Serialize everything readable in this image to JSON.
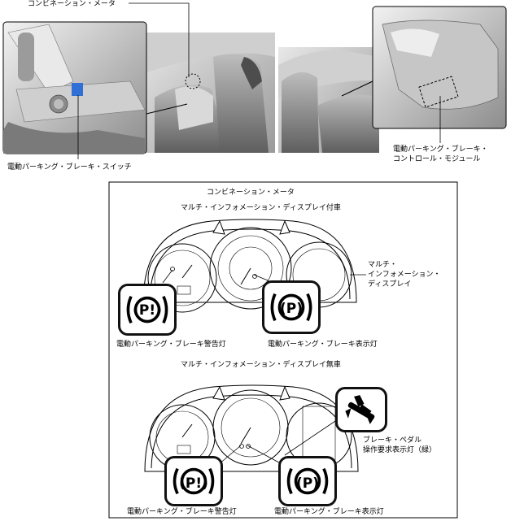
{
  "top": {
    "meter_label": "コンビネーション・メータ",
    "switch_label": "電動パーキング・ブレーキ・スイッチ",
    "module_label_line1": "電動パーキング・ブレーキ・",
    "module_label_line2": "コントロール・モジュール"
  },
  "panel": {
    "title": "コンビネーション・メータ",
    "with_display_heading": "マルチ・インフォメーション・ディスプレイ付車",
    "mid_label_line1": "マルチ・",
    "mid_label_line2": "インフォメーション・",
    "mid_label_line3": "ディスプレイ",
    "warning_lamp_label_a": "電動パーキング・ブレーキ警告灯",
    "indicator_lamp_label_a": "電動パーキング・ブレーキ表示灯",
    "without_display_heading": "マルチ・インフォメーション・ディスプレイ無車",
    "brake_pedal_label_line1": "ブレーキ・ペダル",
    "brake_pedal_label_line2": "操作要求表示灯（緑）",
    "warning_lamp_label_b": "電動パーキング・ブレーキ警告灯",
    "indicator_lamp_label_b": "電動パーキング・ブレーキ表示灯"
  },
  "icons": {
    "warning_text": "(P!)",
    "indicator_text": "(P)"
  },
  "colors": {
    "switch_highlight": "#2f6fd6"
  }
}
